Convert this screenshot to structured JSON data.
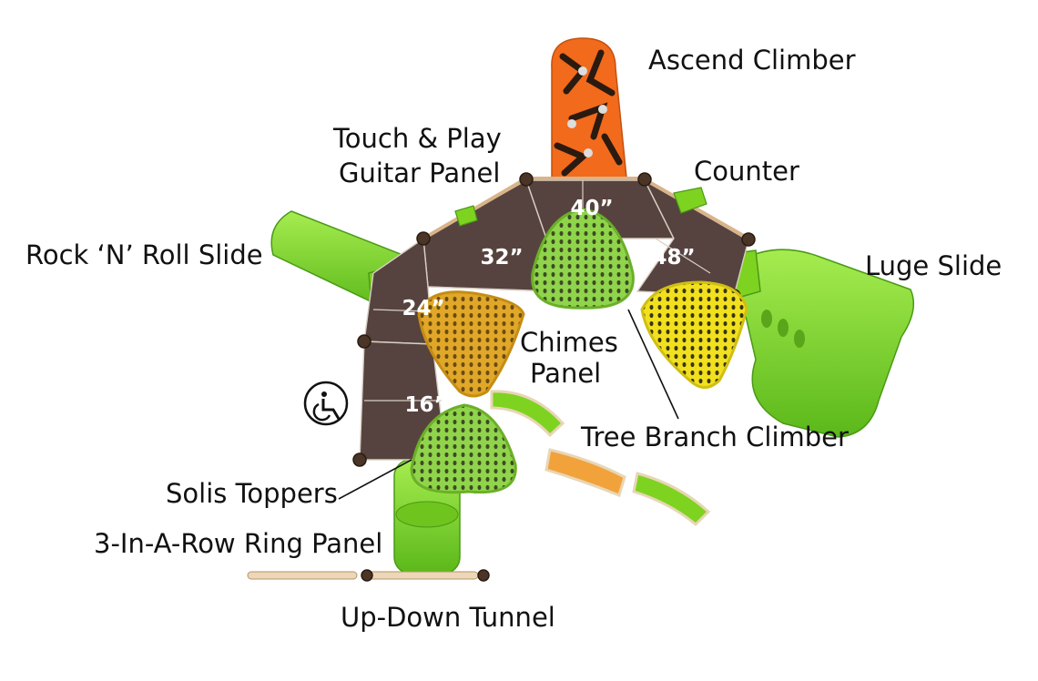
{
  "labels": {
    "ascend_climber": "Ascend Climber",
    "touch_play_line1": "Touch & Play",
    "touch_play_line2": "Guitar Panel",
    "counter": "Counter",
    "rock_n_roll_slide": "Rock ‘N’ Roll Slide",
    "luge_slide": "Luge Slide",
    "chimes_line1": "Chimes",
    "chimes_line2": "Panel",
    "tree_branch_climber": "Tree Branch Climber",
    "solis_toppers": "Solis Toppers",
    "three_in_a_row": "3-In-A-Row Ring Panel",
    "up_down_tunnel": "Up-Down Tunnel"
  },
  "deck_heights": {
    "d40": "40”",
    "d32": "32”",
    "d48": "48”",
    "d24": "24”",
    "d16": "16”"
  },
  "icons": {
    "accessibility": "wheelchair-accessible-icon"
  },
  "colors": {
    "slide_green": "#7ed321",
    "climber_orange": "#f26a1b",
    "deck_brown": "#56433f",
    "topper_green": "#8fd44a",
    "topper_gold": "#e0a728",
    "topper_yellow": "#f1e01e",
    "post_brown": "#4a3526"
  }
}
